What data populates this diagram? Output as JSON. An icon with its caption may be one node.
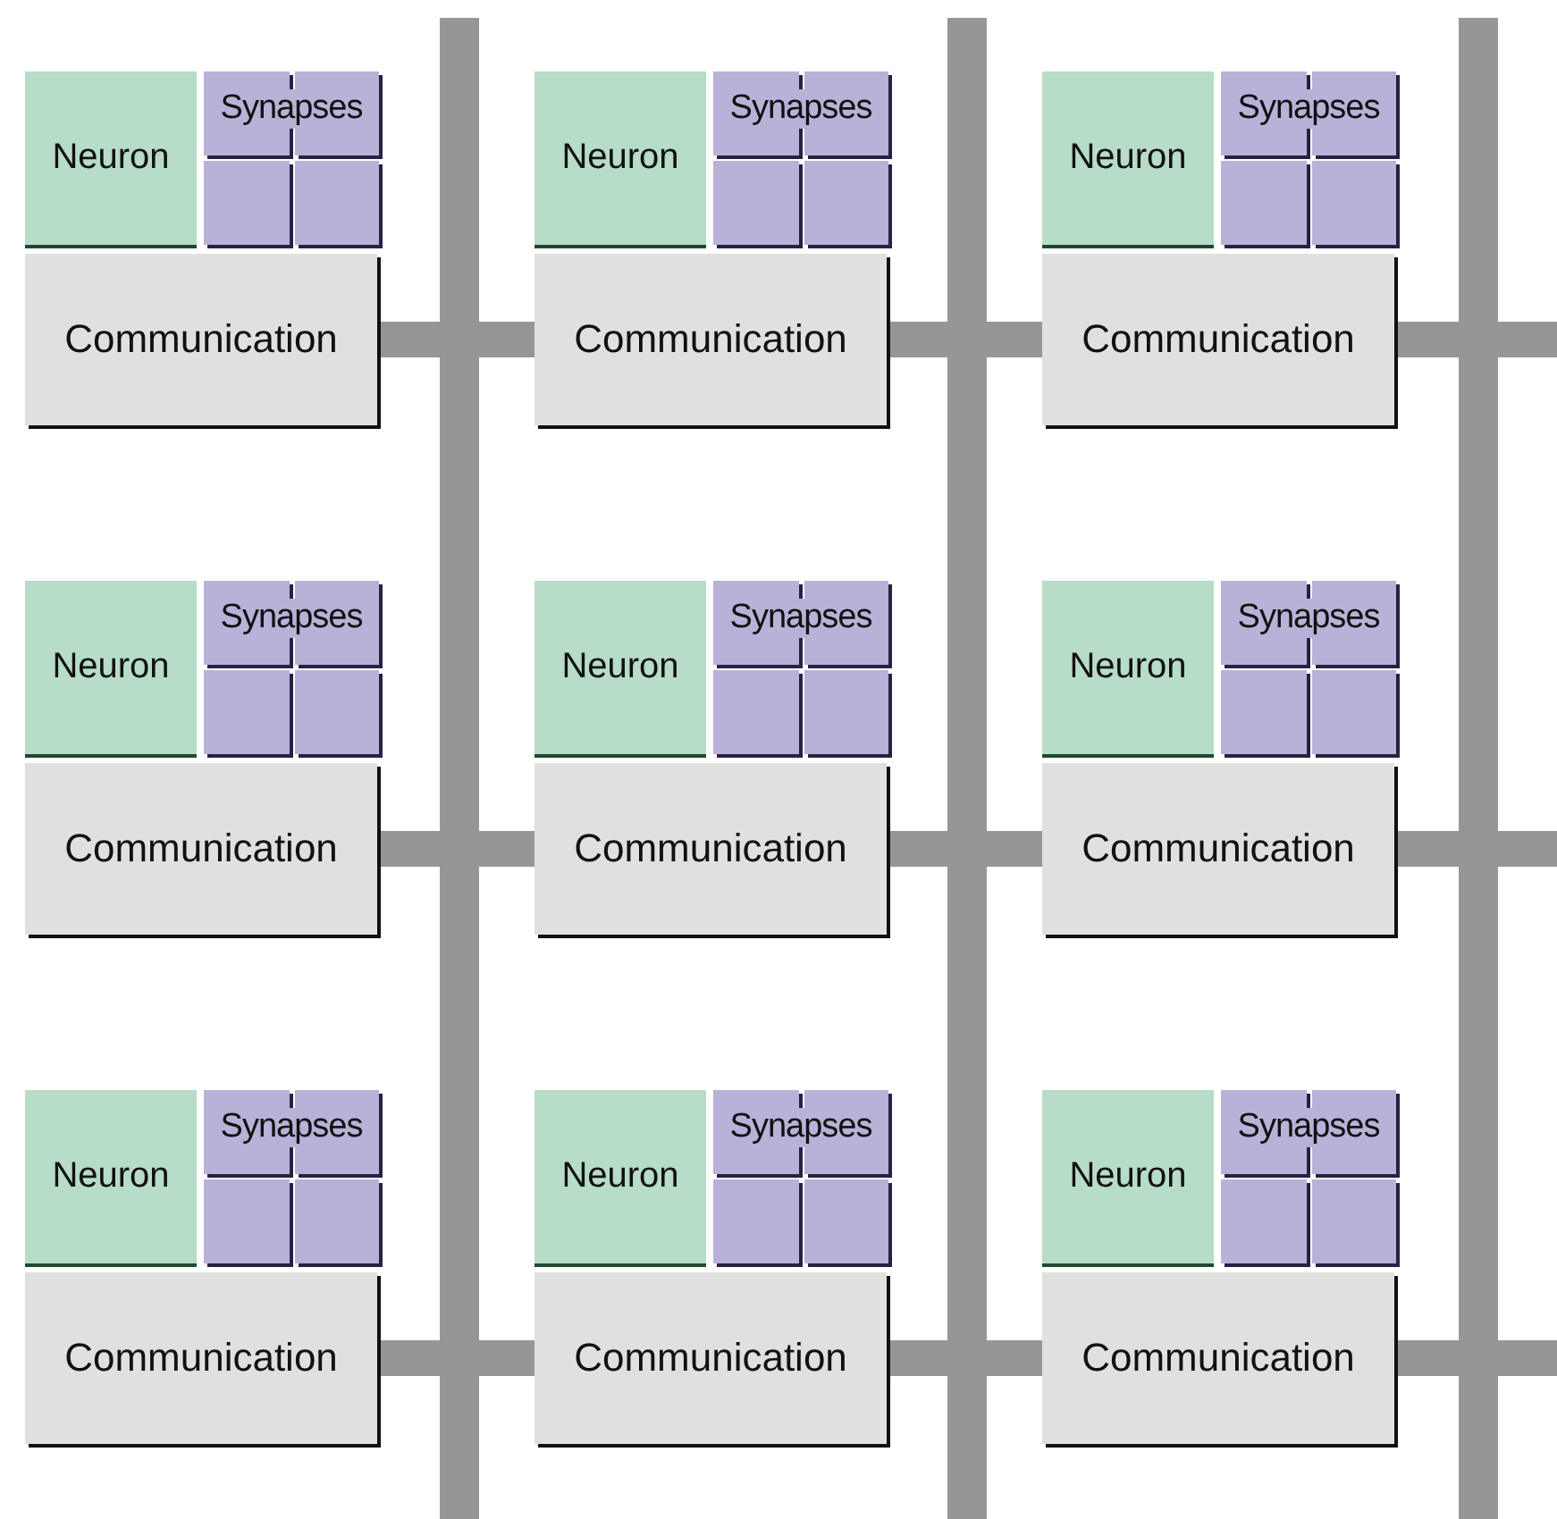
{
  "diagram": {
    "nodes": [
      {
        "text": [
          "Neuron"
        ]
      },
      {
        "text": [
          "Synapses"
        ]
      },
      {
        "text": [
          "Communication"
        ]
      },
      {
        "text": [
          "Neuron"
        ]
      },
      {
        "text": [
          "Synapses"
        ]
      },
      {
        "text": [
          "Communication"
        ]
      },
      {
        "text": [
          "Neuron"
        ]
      },
      {
        "text": [
          "Synapses"
        ]
      },
      {
        "text": [
          "Communication"
        ]
      },
      {
        "text": [
          "Neuron"
        ]
      },
      {
        "text": [
          "Synapses"
        ]
      },
      {
        "text": [
          "Communication"
        ]
      },
      {
        "text": [
          "Neuron"
        ]
      },
      {
        "text": [
          "Synapses"
        ]
      },
      {
        "text": [
          "Communication"
        ]
      },
      {
        "text": [
          "Neuron"
        ]
      },
      {
        "text": [
          "Synapses"
        ]
      },
      {
        "text": [
          "Communication"
        ]
      },
      {
        "text": [
          "Neuron"
        ]
      },
      {
        "text": [
          "Synapses"
        ]
      },
      {
        "text": [
          "Communication"
        ]
      },
      {
        "text": [
          "Neuron"
        ]
      },
      {
        "text": [
          "Synapses"
        ]
      },
      {
        "text": [
          "Communication"
        ]
      },
      {
        "text": [
          "Neuron"
        ]
      },
      {
        "text": [
          "Synapses"
        ]
      },
      {
        "text": [
          "Communication"
        ]
      },
      {
        "text": [],
        "shape": "bar"
      },
      {
        "text": [],
        "shape": "bar"
      },
      {
        "text": [],
        "shape": "bar"
      }
    ],
    "edges": [
      {
        "from": 2,
        "to": 27,
        "arrow": "none"
      },
      {
        "from": 27,
        "to": 5,
        "arrow": "none"
      },
      {
        "from": 5,
        "to": 28,
        "arrow": "none"
      },
      {
        "from": 28,
        "to": 8,
        "arrow": "none"
      },
      {
        "from": 8,
        "to": 29,
        "arrow": "none"
      },
      {
        "from": 29,
        "to": null,
        "arrow": "none"
      },
      {
        "from": 11,
        "to": 27,
        "arrow": "none"
      },
      {
        "from": 27,
        "to": 14,
        "arrow": "none"
      },
      {
        "from": 14,
        "to": 28,
        "arrow": "none"
      },
      {
        "from": 28,
        "to": 17,
        "arrow": "none"
      },
      {
        "from": 17,
        "to": 29,
        "arrow": "none"
      },
      {
        "from": 29,
        "to": null,
        "arrow": "none"
      },
      {
        "from": 20,
        "to": 27,
        "arrow": "none"
      },
      {
        "from": 27,
        "to": 23,
        "arrow": "none"
      },
      {
        "from": 23,
        "to": 28,
        "arrow": "none"
      },
      {
        "from": 28,
        "to": 26,
        "arrow": "none"
      },
      {
        "from": 26,
        "to": 29,
        "arrow": "none"
      },
      {
        "from": 29,
        "to": null,
        "arrow": "none"
      }
    ]
  }
}
